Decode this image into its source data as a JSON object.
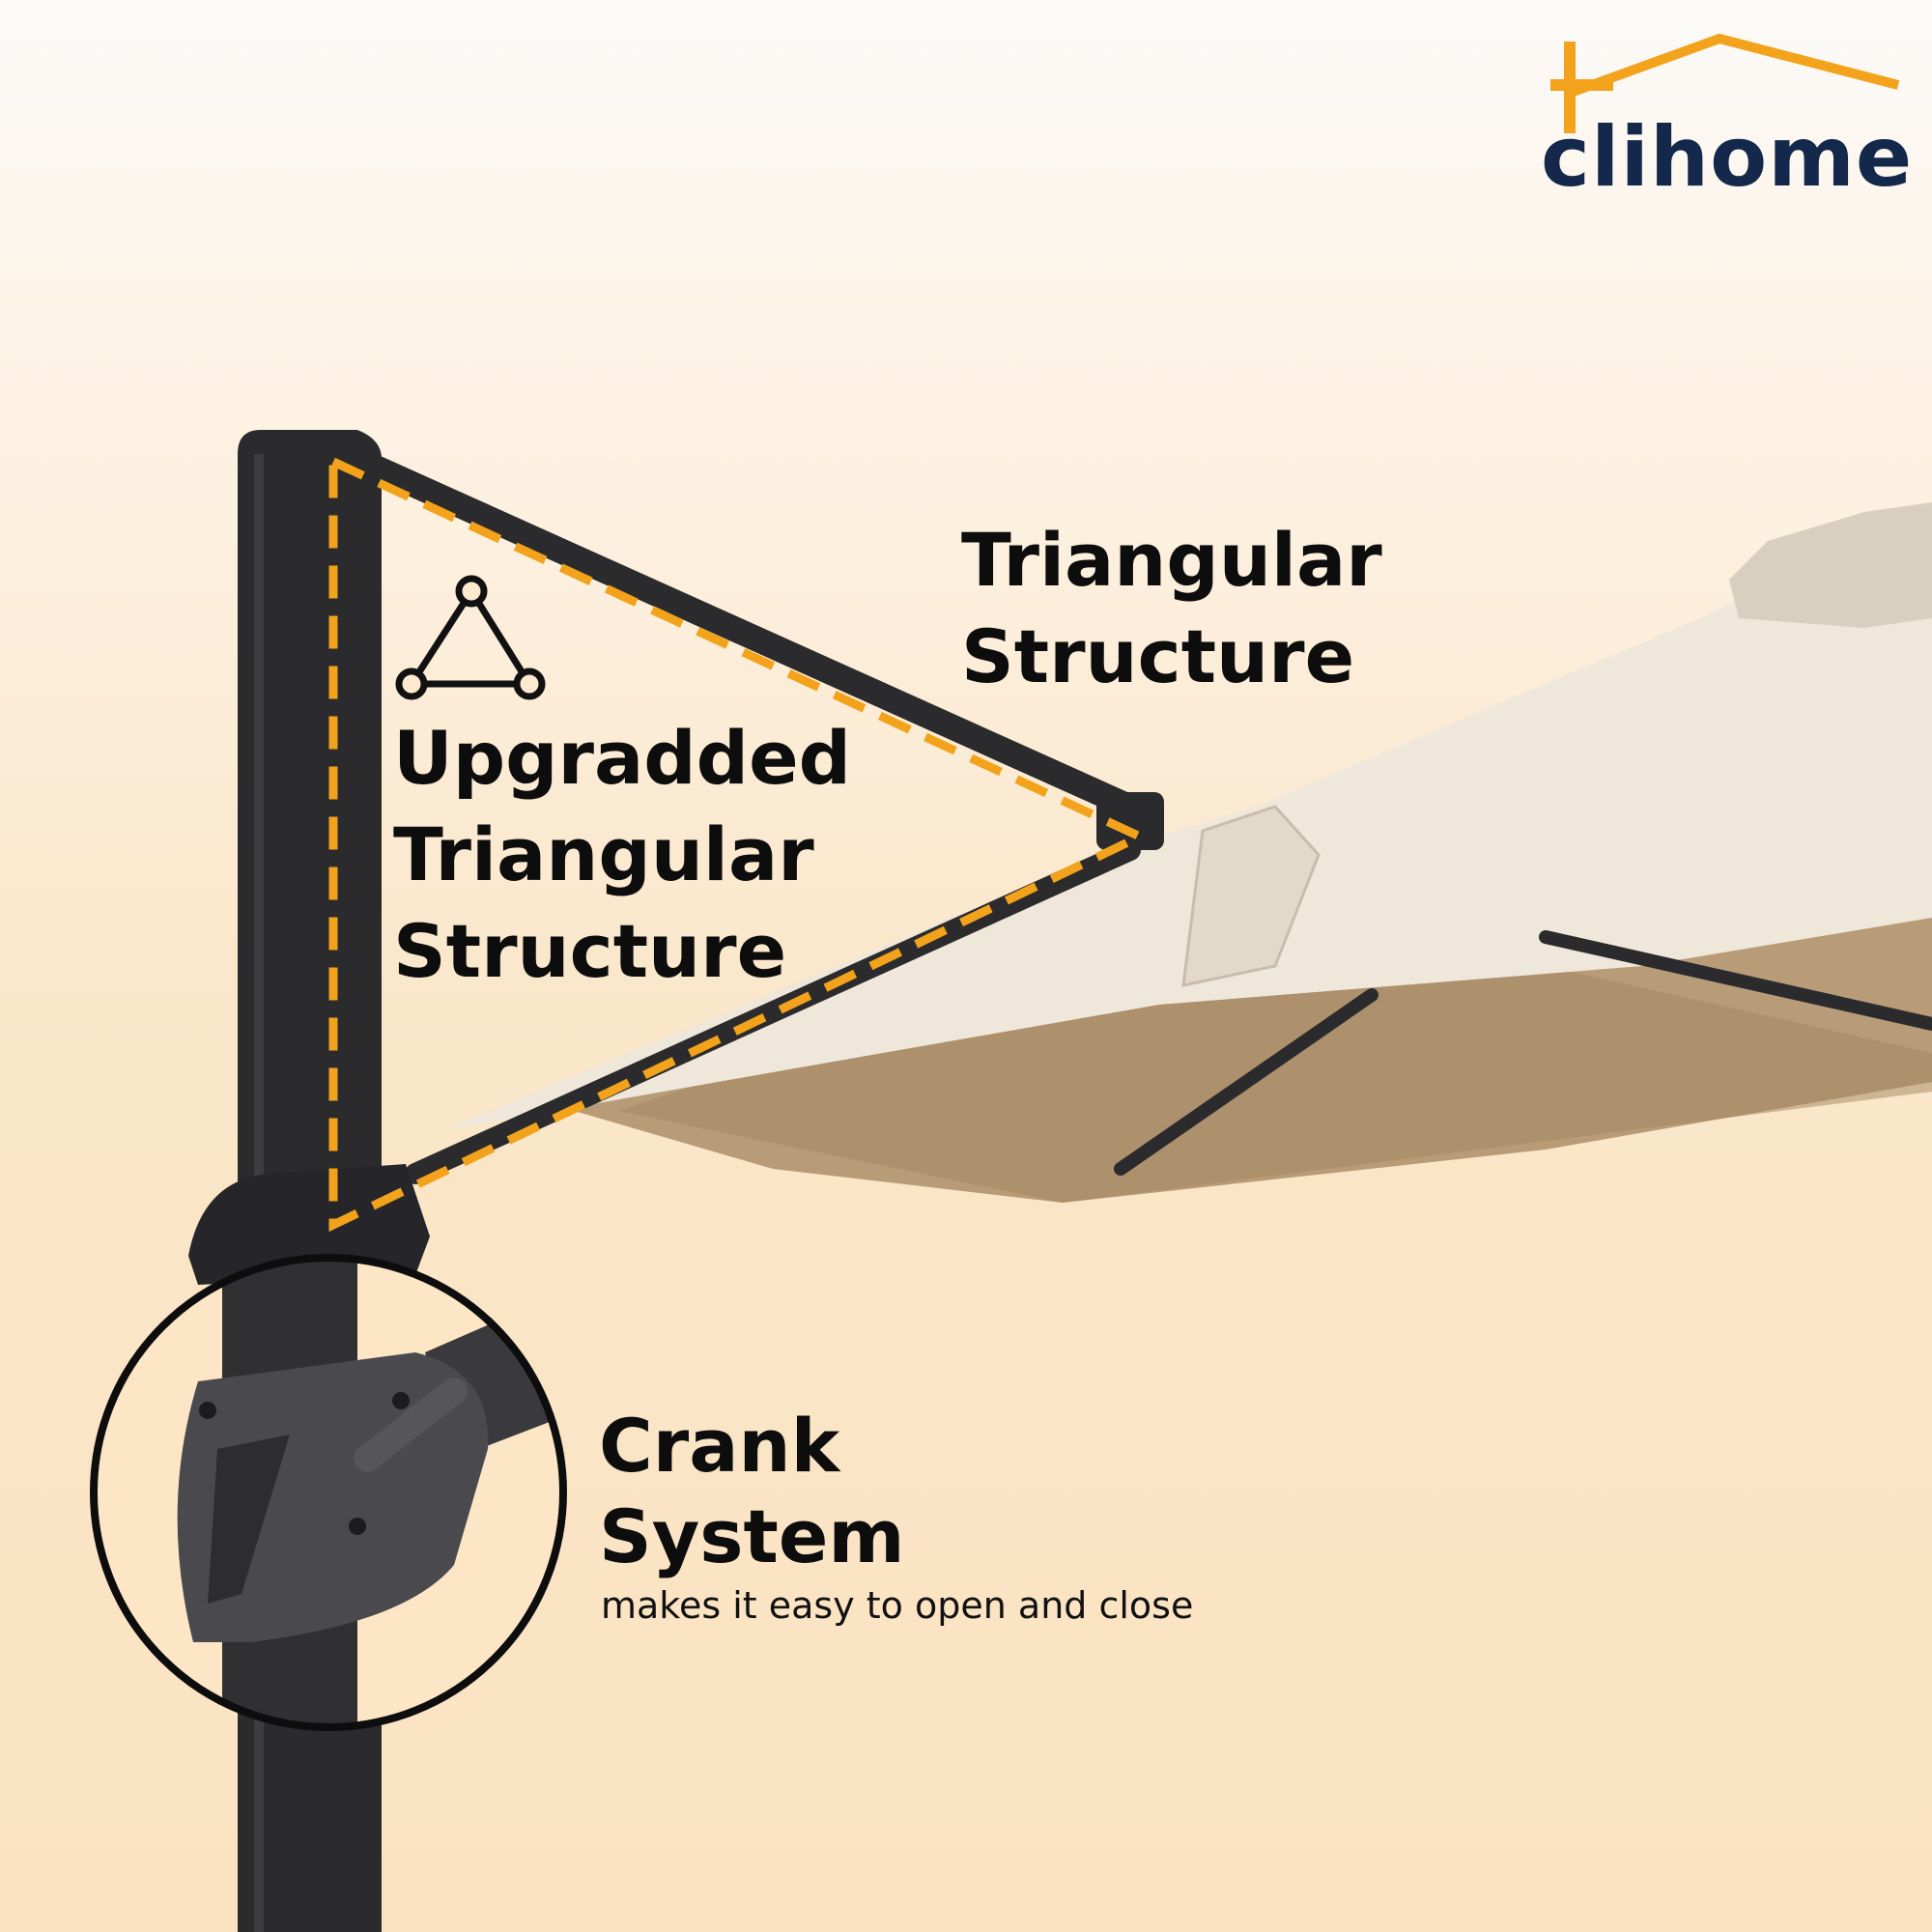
{
  "brand": {
    "name": "clihome",
    "logo_color": "#14284b",
    "roof_color": "#f2a31b"
  },
  "callouts": {
    "triangular": {
      "line1": "Triangular",
      "line2": "Structure"
    },
    "upgraded": {
      "line1": "Upgradded",
      "line2": "Triangular",
      "line3": "Structure",
      "icon": "triangle-icon"
    },
    "crank": {
      "line1": "Crank",
      "line2": "System",
      "caption": "makes it easy to open and close"
    }
  },
  "colors": {
    "dash": "#f2a31b",
    "pole": "#2b2b2d",
    "canopy": "#efe7da",
    "canopy_under": "#b89c78"
  }
}
